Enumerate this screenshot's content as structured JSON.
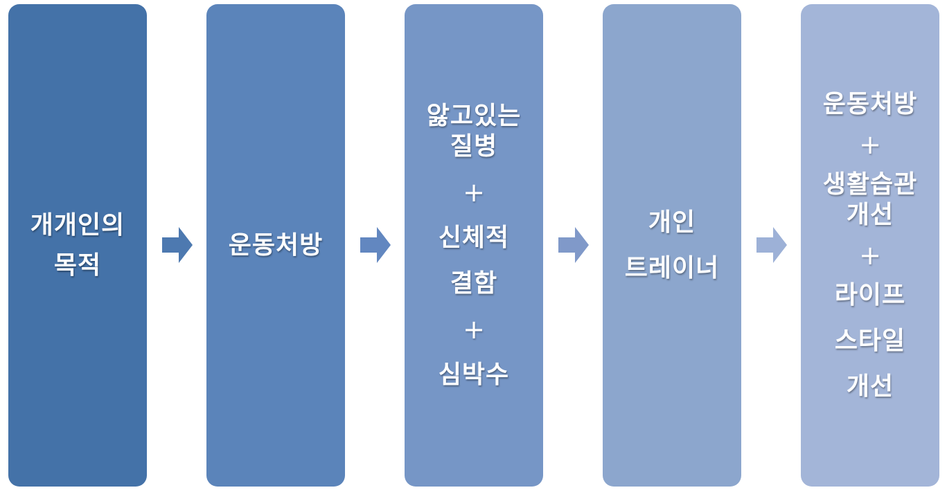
{
  "colors": {
    "box1": "#4472a8",
    "box2": "#5b84ba",
    "box3": "#7696c6",
    "box4": "#8ca6cd",
    "box5": "#a3b5d8",
    "arrow1": "#4d79b0",
    "arrow2": "#6287c0",
    "arrow3": "#8099c9",
    "arrow4": "#9db1d7"
  },
  "boxes": [
    {
      "lines": [
        "개개인의",
        "목적"
      ]
    },
    {
      "lines": [
        "운동처방"
      ]
    },
    {
      "lines": [
        "앓고있는",
        "질병",
        "+",
        "신체적",
        "결함",
        "+",
        "심박수"
      ]
    },
    {
      "lines": [
        "개인",
        "트레이너"
      ]
    },
    {
      "lines": [
        "운동처방",
        "+",
        "생활습관",
        "개선",
        "+",
        "라이프",
        "스타일",
        "개선"
      ]
    }
  ]
}
